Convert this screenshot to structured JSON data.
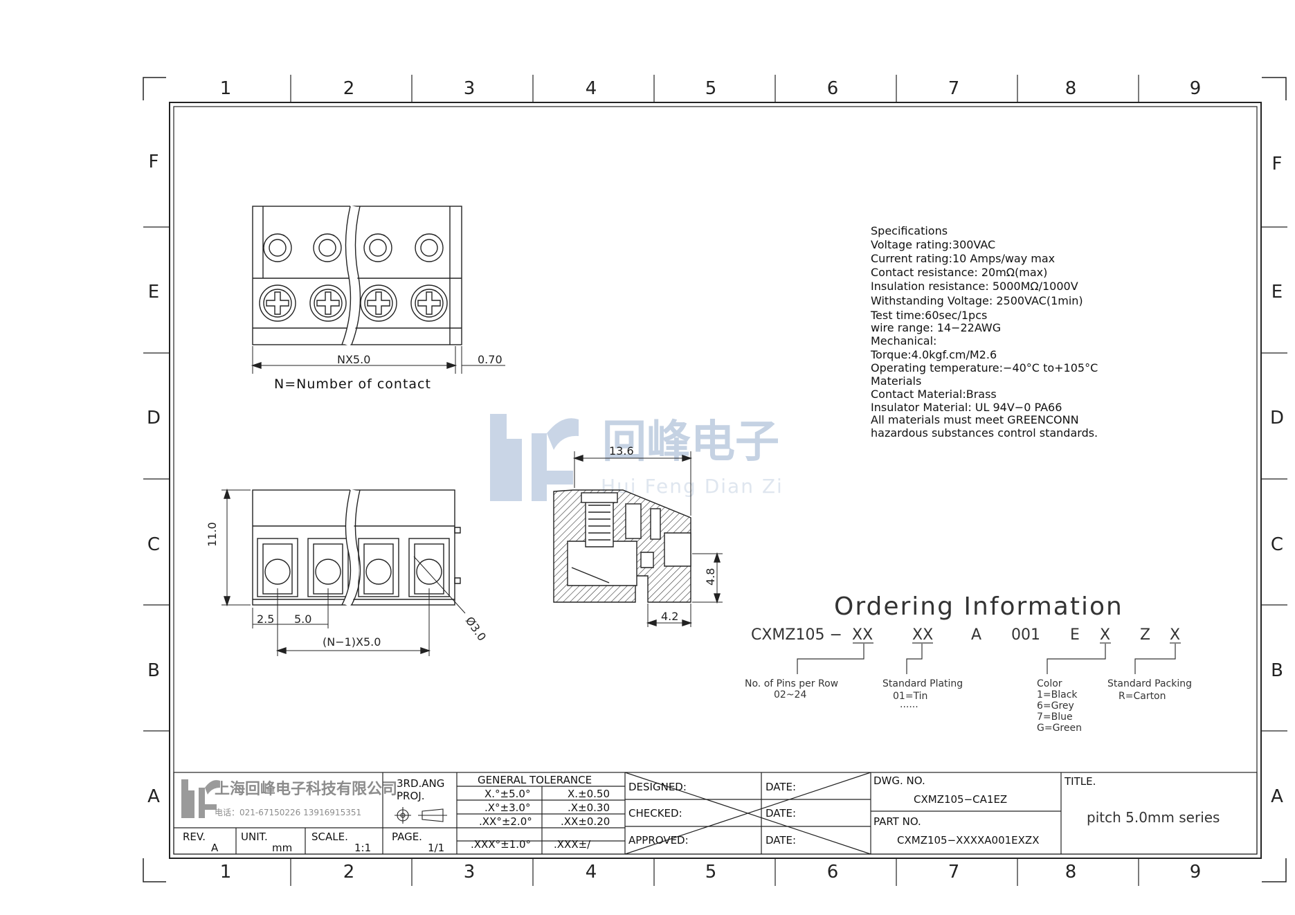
{
  "grid": {
    "columns": [
      "1",
      "2",
      "3",
      "4",
      "5",
      "6",
      "7",
      "8",
      "9"
    ],
    "rows": [
      "F",
      "E",
      "D",
      "C",
      "B",
      "A"
    ]
  },
  "watermark": {
    "text": "回峰电子",
    "subtext": "Hui Feng Dian Zi"
  },
  "front_view": {
    "dim_width": "NX5.0",
    "dim_offset": "0.70",
    "caption": "N=Number of contact"
  },
  "bottom_view": {
    "dim_height": "11.0",
    "dim_a": "2.5",
    "dim_b": "5.0",
    "dim_pitch": "(N−1)X5.0",
    "dim_hole": "Ø3.0"
  },
  "side_view": {
    "dim_width": "13.6",
    "dim_height": "4.8",
    "dim_foot": "4.2"
  },
  "specifications": [
    "Specifications",
    "Voltage rating:300VAC",
    "Current rating:10 Amps/way max",
    "Contact resistance: 20mΩ(max)",
    "Insulation resistance: 5000MΩ/1000V",
    "Withstanding Voltage: 2500VAC(1min)",
    "Test time:60sec/1pcs",
    "wire range: 14−22AWG",
    "Mechanical:",
    "Torque:4.0kgf.cm/M2.6",
    "Operating temperature:−40°C to+105°C",
    "Materials",
    "Contact Material:Brass",
    "Insulator Material: UL 94V−0 PA66",
    "All materials must meet GREENCONN",
    "hazardous substances control standards."
  ],
  "ordering": {
    "title": "Ordering Information",
    "code": [
      "CXMZ105 −",
      "XX",
      "XX",
      "A",
      "001",
      "E",
      "X",
      "Z",
      "X"
    ],
    "pins_label": "No. of Pins per Row",
    "pins_range": "02~24",
    "plating_label": "Standard Plating",
    "plating_values": [
      "01=Tin",
      "......"
    ],
    "color_label": "Color",
    "color_values": [
      "1=Black",
      "6=Grey",
      "7=Blue",
      "G=Green"
    ],
    "packing_label": "Standard Packing",
    "packing_value": "R=Carton"
  },
  "title_block": {
    "company": "上海回峰电子科技有限公司",
    "phone": "电话：021-67150226 13916915351",
    "projection": [
      "3RD.ANG",
      "PROJ."
    ],
    "rev_label": "REV.",
    "rev_value": "A",
    "unit_label": "UNIT.",
    "unit_value": "mm",
    "scale_label": "SCALE.",
    "scale_value": "1:1",
    "page_label": "PAGE.",
    "page_value": "1/1",
    "tolerance_header": "GENERAL TOLERANCE",
    "tolerance_rows": [
      [
        "X.°±5.0°",
        "X.±0.50"
      ],
      [
        ".X°±3.0°",
        ".X±0.30"
      ],
      [
        ".XX°±2.0°",
        ".XX±0.20"
      ],
      [
        ".XXX°±1.0°",
        ".XXX±/"
      ]
    ],
    "designed": "DESIGNED:",
    "checked": "CHECKED:",
    "approved": "APPROVED:",
    "date": "DATE:",
    "dwg_no_label": "DWG. NO.",
    "dwg_no": "CXMZ105−CA1EZ",
    "part_no_label": "PART NO.",
    "part_no": "CXMZ105−XXXXA001EXZX",
    "title_label": "TITLE.",
    "title": "pitch 5.0mm series"
  }
}
